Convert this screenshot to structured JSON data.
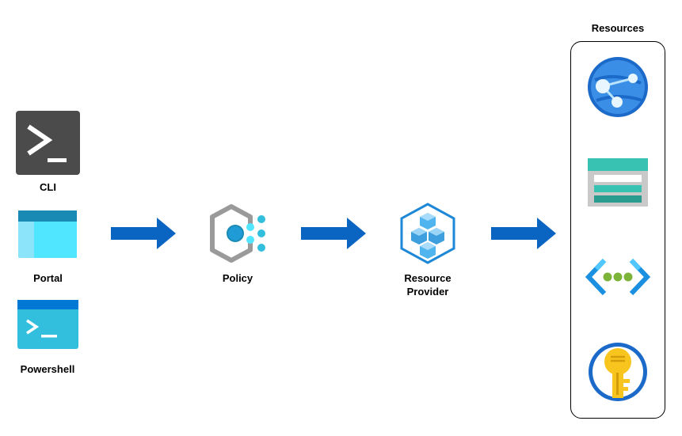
{
  "sources": [
    {
      "label": "CLI",
      "icon": "cli-terminal-icon"
    },
    {
      "label": "Portal",
      "icon": "portal-window-icon"
    },
    {
      "label": "Powershell",
      "icon": "powershell-icon"
    }
  ],
  "policy": {
    "label": "Policy",
    "icon": "policy-icon"
  },
  "provider": {
    "label_line1": "Resource",
    "label_line2": "Provider",
    "icon": "resource-provider-cubes-icon"
  },
  "resources": {
    "title": "Resources",
    "items": [
      {
        "icon": "web-app-globe-icon"
      },
      {
        "icon": "storage-account-icon"
      },
      {
        "icon": "virtual-network-icon"
      },
      {
        "icon": "key-vault-icon"
      }
    ]
  },
  "colors": {
    "arrow": "#0a65c2",
    "cli_bg": "#4b4b4b",
    "azure_blue": "#32bedd",
    "key_gold": "#f7c51e"
  }
}
